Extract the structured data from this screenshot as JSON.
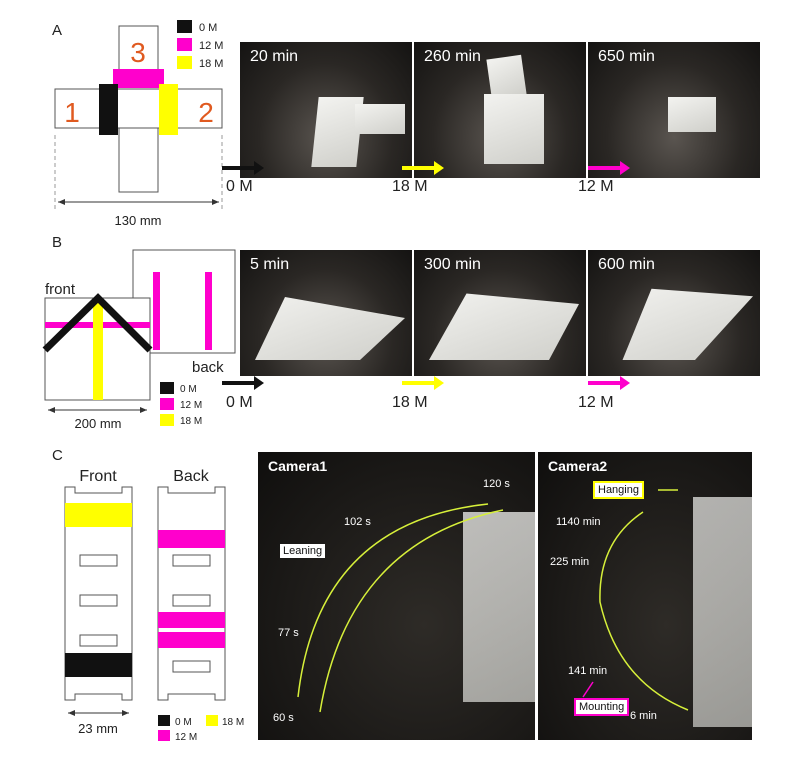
{
  "panels": {
    "a": {
      "label": "A",
      "segments": [
        "1",
        "2",
        "3"
      ],
      "dimension": "130 mm",
      "legend": [
        "0 M",
        "12 M",
        "18 M"
      ],
      "times": [
        "20 min",
        "260 min",
        "650 min"
      ],
      "markers": [
        "0 M",
        "18 M",
        "12 M"
      ]
    },
    "b": {
      "label": "B",
      "front_label": "front",
      "back_label": "back",
      "dimension": "200 mm",
      "legend": [
        "0 M",
        "12 M",
        "18 M"
      ],
      "times": [
        "5 min",
        "300 min",
        "600 min"
      ],
      "markers": [
        "0 M",
        "18 M",
        "12 M"
      ]
    },
    "c": {
      "label": "C",
      "front_title": "Front",
      "back_title": "Back",
      "dimension": "23 mm",
      "legend": [
        "0 M",
        "18 M",
        "12 M"
      ],
      "camera1": {
        "title": "Camera1",
        "mode": "Leaning",
        "times": [
          "120 s",
          "102 s",
          "77 s",
          "60 s"
        ]
      },
      "camera2": {
        "title": "Camera2",
        "hanging": "Hanging",
        "mounting": "Mounting",
        "times": [
          "1140 min",
          "225 min",
          "141 min",
          "6 min"
        ]
      }
    }
  },
  "colors": {
    "c0M": "#111111",
    "c12M": "#ff00cc",
    "c18M": "#ffff00",
    "number": "#e05a20"
  }
}
